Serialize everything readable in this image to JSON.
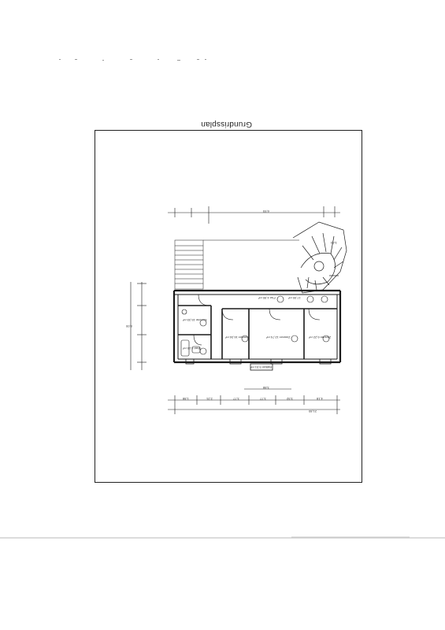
{
  "page": {
    "title": "Grundrissplan"
  },
  "rooms": [
    {
      "id": "1",
      "label": "Flur",
      "area": "4,90 m²"
    },
    {
      "id": "2",
      "label": "Zimmer",
      "area": "16,34 m²"
    },
    {
      "id": "3",
      "label": "Zimmer",
      "area": "12,74 m²"
    },
    {
      "id": "4",
      "label": "Kueche",
      "area": "15,33 m²"
    },
    {
      "id": "5",
      "label": "Bad",
      "area": "4,15 m²"
    },
    {
      "id": "6",
      "label": "Zimmer",
      "area": "6,22 m²"
    },
    {
      "id": "7",
      "label": "",
      "area": "17,00 m²"
    },
    {
      "id": "8",
      "label": "Balkon",
      "area": "5,01 m²"
    }
  ],
  "dimensions": {
    "top_overall": "6,93",
    "bottom_overall": "21,80",
    "left_overall": "8,00",
    "bottom_segments": [
      "1,88",
      "2,21",
      "3,77",
      "3,77",
      "3,92",
      "4,18"
    ],
    "lower_segment": "3,88",
    "stair": "3,63"
  },
  "colors": {
    "line": "#1a1a1a",
    "frame": "#222222",
    "scan_gray": "#c8c8c8"
  }
}
